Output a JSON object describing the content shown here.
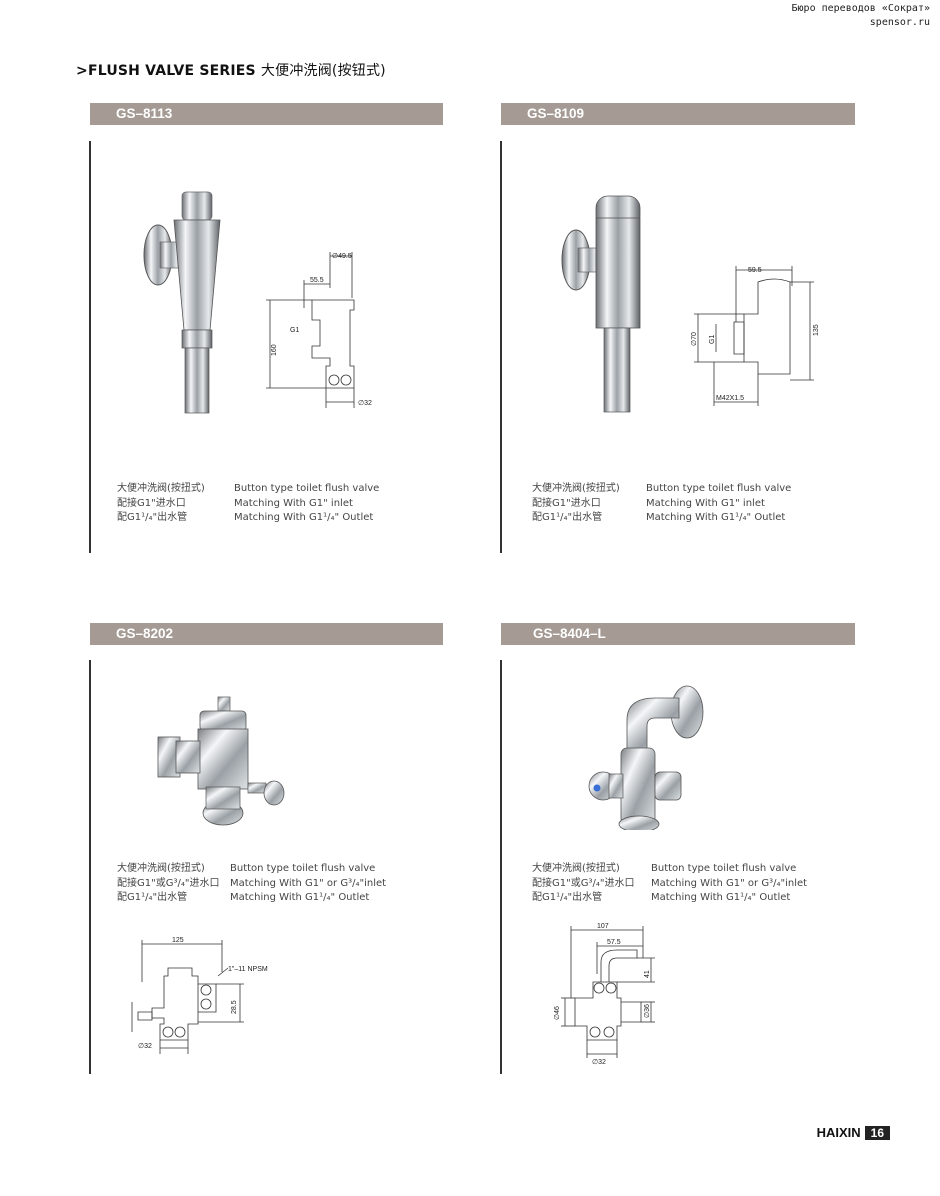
{
  "watermark": {
    "line1": "Бюро переводов «Сократ»",
    "line2": "spensor.ru"
  },
  "header": {
    "arrow": ">",
    "title_en": "FLUSH VALVE SERIES",
    "title_cn": "大便冲洗阀(按钮式)"
  },
  "products": [
    {
      "model": "GS–8113",
      "cn": [
        "大便冲洗阀(按扭式)",
        "配接G1\"进水口",
        "配G1¹/₄\"出水管"
      ],
      "en": [
        "Button type toilet flush valve",
        "Matching With G1\" inlet",
        "Matching With G1¹/₄\" Outlet"
      ],
      "dims": {
        "d1": "∅49.5",
        "d2": "55.5",
        "d3": "G1",
        "d4": "160",
        "d5": "∅32"
      }
    },
    {
      "model": "GS–8109",
      "cn": [
        "大便冲洗阀(按扭式)",
        "配接G1\"进水口",
        "配G1¹/₄\"出水管"
      ],
      "en": [
        "Button type toilet flush valve",
        "Matching With G1\" inlet",
        "Matching With G1¹/₄\" Outlet"
      ],
      "dims": {
        "d1": "59.5",
        "d2": "135",
        "d3": "∅70",
        "d4": "G1",
        "d5": "M42X1.5"
      }
    },
    {
      "model": "GS–8202",
      "cn": [
        "大便冲洗阀(按扭式)",
        "配接G1\"或G³/₄\"进水口",
        "配G1¹/₄\"出水管"
      ],
      "en": [
        "Button type toilet flush valve",
        "Matching With G1\" or G³/₄\"inlet",
        "Matching With G1¹/₄\" Outlet"
      ],
      "dims": {
        "d1": "125",
        "d2": "1\"–11 NPSM",
        "d3": "28.5",
        "d4": "∅32"
      }
    },
    {
      "model": "GS–8404–L",
      "cn": [
        "大便冲洗阀(按扭式)",
        "配接G1\"或G³/₄\"进水口",
        "配G1¹/₄\"出水管"
      ],
      "en": [
        "Button type toilet flush valve",
        "Matching With G1\" or G³/₄\"inlet",
        "Matching With G1¹/₄\" Outlet"
      ],
      "dims": {
        "d1": "107",
        "d2": "57.5",
        "d3": "41",
        "d4": "∅46",
        "d5": "∅36",
        "d6": "∅32"
      }
    }
  ],
  "footer": {
    "brand": "HAIXIN",
    "page": "16"
  }
}
